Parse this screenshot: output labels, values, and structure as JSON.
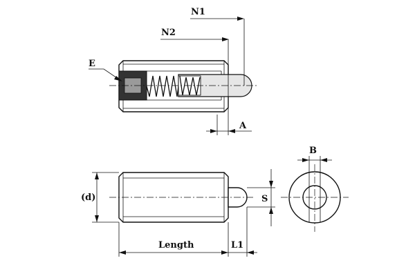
{
  "labels": {
    "n1": "N1",
    "n2": "N2",
    "e": "E",
    "a": "A",
    "d": "(d)",
    "s": "S",
    "length": "Length",
    "l1": "L1",
    "b": "B"
  },
  "colors": {
    "line": "#111111",
    "pin_fill": "#e6e6e6",
    "socket_fill": "#333333"
  }
}
